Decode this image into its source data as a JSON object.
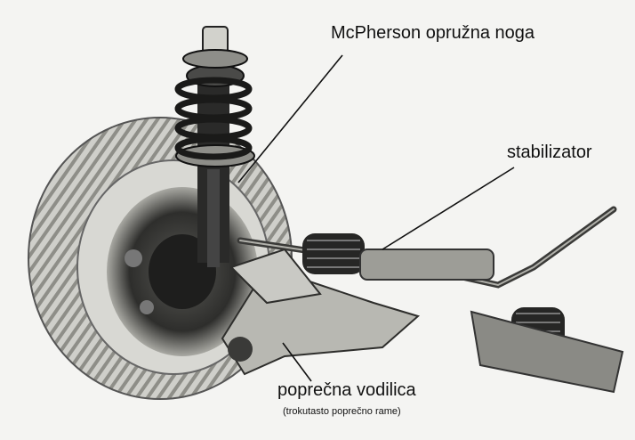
{
  "labels": {
    "strut": "McPherson opružna noga",
    "stabilizer": "stabilizator",
    "control_arm": "poprečna vodilica",
    "control_arm_sub": "(trokutasto poprečno rame)"
  },
  "colors": {
    "background": "#f4f4f2",
    "ink": "#111111",
    "tire": "#c9c9c4",
    "metal_dark": "#2a2a2a",
    "metal_light": "#b8b8b2"
  }
}
